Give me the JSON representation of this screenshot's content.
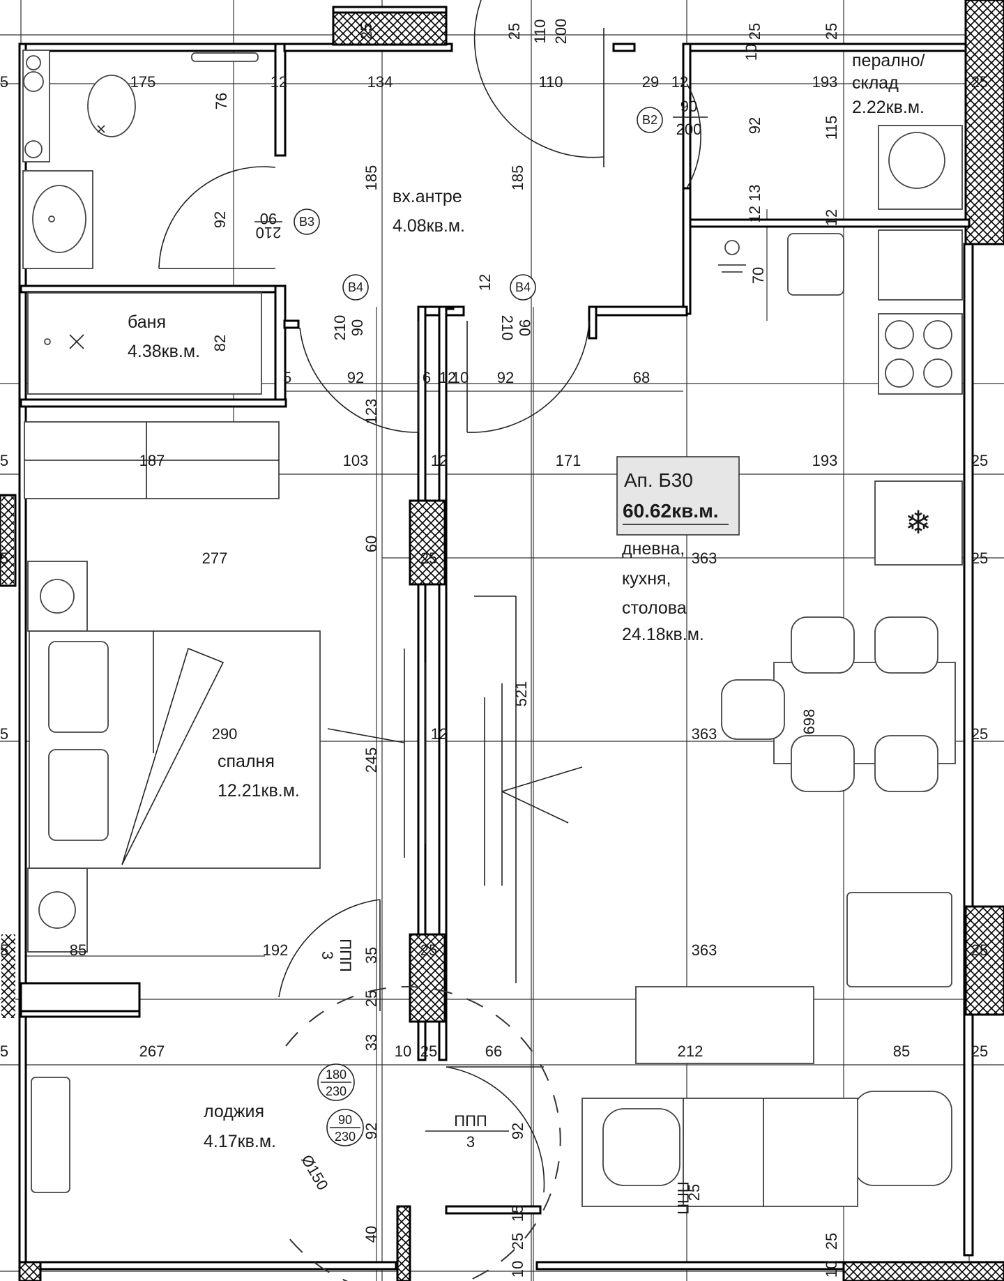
{
  "apartment": {
    "name": "Ап. Б30",
    "area": "60.62кв.м."
  },
  "rooms": {
    "entry": {
      "name": "вх.антре",
      "area": "4.08кв.м."
    },
    "bath": {
      "name": "баня",
      "area": "4.38кв.м."
    },
    "storage": {
      "name_line1": "перално/",
      "name_line2": "склад",
      "area": "2.22кв.м."
    },
    "living": {
      "name_line1": "дневна,",
      "name_line2": "кухня,",
      "name_line3": "столова",
      "area": "24.18кв.м."
    },
    "bedroom": {
      "name": "спалня",
      "area": "12.21кв.м."
    },
    "loggia": {
      "name": "лоджия",
      "area": "4.17кв.м."
    }
  },
  "door_tags": {
    "b2": {
      "id": "B2",
      "w": "90",
      "h": "200"
    },
    "b3": {
      "id": "B3",
      "w": "90",
      "h": "210"
    },
    "b4a": {
      "id": "B4",
      "w": "90",
      "h": "210"
    },
    "b4b": {
      "id": "B4",
      "w": "90",
      "h": "210"
    },
    "loggia_a": {
      "w": "180",
      "h": "230"
    },
    "loggia_b": {
      "w": "90",
      "h": "230"
    },
    "ppp1": {
      "label": "ППП",
      "count": "3"
    },
    "ppp2": {
      "label": "ППП",
      "count": "3"
    },
    "ppp3": {
      "label": "ППП"
    },
    "diameter": "Ø150"
  },
  "dimensions": {
    "top_25a": "25",
    "top_25b": "25",
    "top_200": "200",
    "top_110": "110",
    "top_25c": "25",
    "top_25d": "25",
    "r1_5": "5",
    "r1_175": "175",
    "r1_12a": "12",
    "r1_134": "134",
    "r1_110": "110",
    "r1_29": "29",
    "r1_12b": "12",
    "r1_193": "193",
    "r1_25": "25",
    "v_76": "76",
    "v_10": "10",
    "v_92a": "92",
    "v_115": "115",
    "v_185a": "185",
    "v_185b": "185",
    "v_92b": "92",
    "v_12_13": "12 13",
    "v_12c": "12",
    "v_70": "70",
    "v_82": "82",
    "v_12d": "12",
    "r2_5": "5",
    "r2_92a": "92",
    "r2_6": "6",
    "r2_12": "12",
    "r2_10": "10",
    "r2_92b": "92",
    "r2_68": "68",
    "v_123": "123",
    "r3_5": "5",
    "r3_187": "187",
    "r3_103": "103",
    "r3_12": "12",
    "r3_171": "171",
    "r3_193": "193",
    "r3_25": "25",
    "v_60": "60",
    "v_25mid": "25",
    "r4_5": "5",
    "r4_277": "277",
    "r4_363": "363",
    "r4_25": "25",
    "v_521": "521",
    "v_698": "698",
    "r5_5": "5",
    "r5_290": "290",
    "r5_12": "12",
    "r5_363": "363",
    "r5_25": "25",
    "v_245": "245",
    "r6_5": "5",
    "r6_85a": "85",
    "r6_192": "192",
    "r6_35": "35",
    "r6_25a": "25",
    "r6_363": "363",
    "r6_25b": "25",
    "v_25b": "25",
    "r7_5": "5",
    "r7_267": "267",
    "r7_33": "33",
    "r7_10": "10",
    "r7_25": "25",
    "r7_66": "66",
    "r7_212": "212",
    "r7_85": "85",
    "r7_25b": "25",
    "v_92c": "92",
    "v_92d": "92",
    "v_25c": "25",
    "b_15": "15",
    "b_40": "40",
    "b_10": "10",
    "b_25": "25",
    "b_10b": "10",
    "b_25b": "25"
  },
  "icons": [
    "toilet-icon",
    "sink-icon",
    "bathtub-icon",
    "shower-icon",
    "stove-icon",
    "fridge-icon",
    "washer-icon",
    "bed-icon",
    "sofa-icon",
    "armchair-icon",
    "dining-chair-icon",
    "wardrobe-icon",
    "radiator-icon"
  ],
  "colors": {
    "line": "#000000",
    "hatch": "#000000",
    "background": "#ffffff",
    "label_box": "#e6e6e6"
  }
}
